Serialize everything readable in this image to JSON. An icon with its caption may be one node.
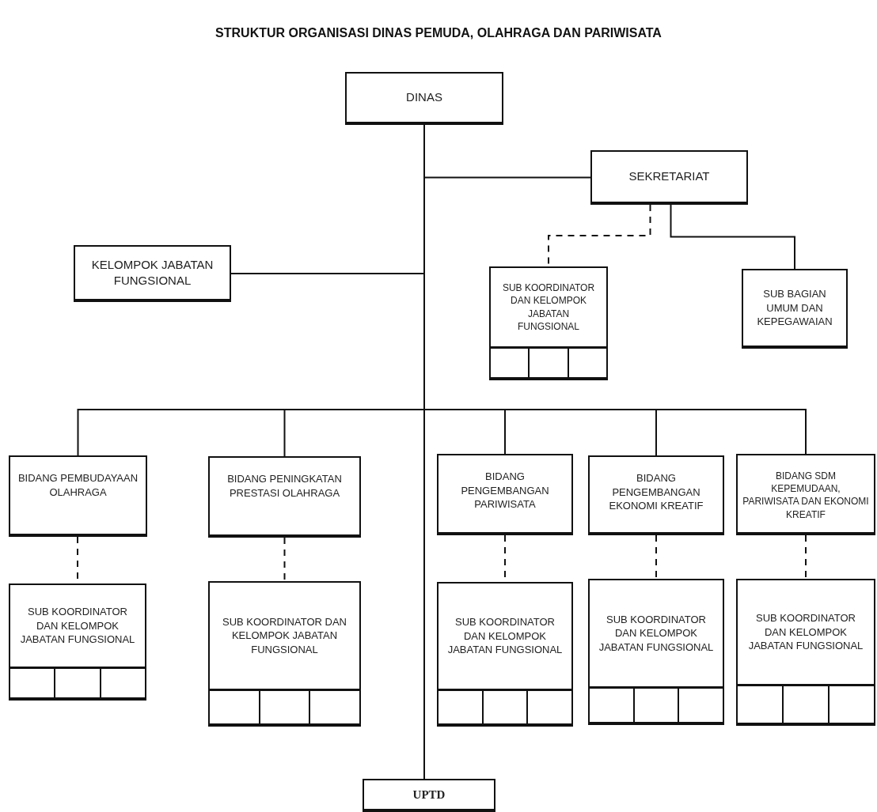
{
  "diagram": {
    "title": "STRUKTUR ORGANISASI DINAS PEMUDA, OLAHRAGA DAN PARIWISATA",
    "nodes": [
      {
        "text": [
          "DINAS"
        ]
      },
      {
        "text": [
          "SEKRETARIAT"
        ]
      },
      {
        "text": [
          "KELOMPOK JABATAN FUNGSIONAL"
        ]
      },
      {
        "text": [
          "SUB KOORDINATOR DAN KELOMPOK JABATAN FUNGSIONAL"
        ]
      },
      {
        "text": [
          "SUB BAGIAN UMUM DAN KEPEGAWAIAN"
        ]
      },
      {
        "text": [
          "BIDANG PEMBUDAYAAN OLAHRAGA"
        ]
      },
      {
        "text": [
          "BIDANG PENINGKATAN PRESTASI OLAHRAGA"
        ]
      },
      {
        "text": [
          "BIDANG PENGEMBANGAN PARIWISATA"
        ]
      },
      {
        "text": [
          "BIDANG PENGEMBANGAN EKONOMI KREATIF"
        ]
      },
      {
        "text": [
          "BIDANG SDM KEPEMUDAAN, PARIWISATA DAN EKONOMI KREATIF"
        ]
      },
      {
        "text": [
          "SUB KOORDINATOR DAN KELOMPOK JABATAN FUNGSIONAL"
        ]
      },
      {
        "text": [
          "SUB KOORDINATOR DAN KELOMPOK JABATAN FUNGSIONAL"
        ]
      },
      {
        "text": [
          "SUB KOORDINATOR DAN KELOMPOK JABATAN FUNGSIONAL"
        ]
      },
      {
        "text": [
          "SUB KOORDINATOR DAN KELOMPOK JABATAN FUNGSIONAL"
        ]
      },
      {
        "text": [
          "SUB KOORDINATOR DAN KELOMPOK JABATAN FUNGSIONAL"
        ]
      },
      {
        "text": [
          "UPTD"
        ]
      }
    ],
    "edges": [
      {
        "from": 0,
        "to": 1,
        "arrow": "none"
      },
      {
        "from": 0,
        "to": 2,
        "arrow": "none"
      },
      {
        "from": 1,
        "to": 3,
        "arrow": "none",
        "style": "dashed"
      },
      {
        "from": 1,
        "to": 4,
        "arrow": "none"
      },
      {
        "from": 0,
        "to": 5,
        "arrow": "none"
      },
      {
        "from": 0,
        "to": 6,
        "arrow": "none"
      },
      {
        "from": 0,
        "to": 7,
        "arrow": "none"
      },
      {
        "from": 0,
        "to": 8,
        "arrow": "none"
      },
      {
        "from": 0,
        "to": 9,
        "arrow": "none"
      },
      {
        "from": 5,
        "to": 10,
        "arrow": "none",
        "style": "dashed"
      },
      {
        "from": 6,
        "to": 11,
        "arrow": "none",
        "style": "dashed"
      },
      {
        "from": 7,
        "to": 12,
        "arrow": "none",
        "style": "dashed"
      },
      {
        "from": 8,
        "to": 13,
        "arrow": "none",
        "style": "dashed"
      },
      {
        "from": 9,
        "to": 14,
        "arrow": "none",
        "style": "dashed"
      },
      {
        "from": 0,
        "to": 15,
        "arrow": "none"
      }
    ]
  }
}
